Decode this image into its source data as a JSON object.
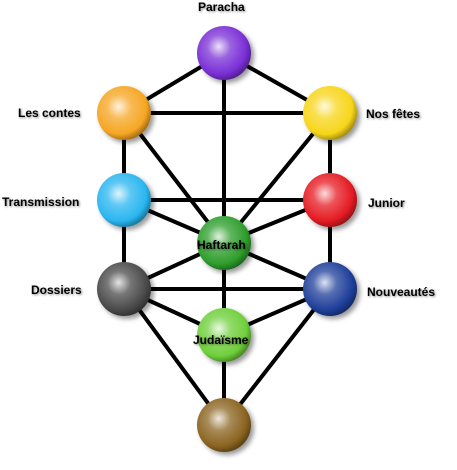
{
  "diagram": {
    "nodes": [
      {
        "id": "paracha",
        "label": "Paracha",
        "color": "#7a2fd6"
      },
      {
        "id": "contes",
        "label": "Les contes",
        "color": "#f5a623"
      },
      {
        "id": "fetes",
        "label": "Nos fêtes",
        "color": "#f7d51a"
      },
      {
        "id": "transmission",
        "label": "Transmission",
        "color": "#29b6f0"
      },
      {
        "id": "junior",
        "label": "Junior",
        "color": "#e51b23"
      },
      {
        "id": "haftarah",
        "label": "Haftarah",
        "color": "#2e9e2c"
      },
      {
        "id": "dossiers",
        "label": "Dossiers",
        "color": "#4a4a4a"
      },
      {
        "id": "nouveautes",
        "label": "Nouveautés",
        "color": "#1f3f9a"
      },
      {
        "id": "judaisme",
        "label": "Judaïsme",
        "color": "#6fcf3b"
      },
      {
        "id": "base",
        "label": "",
        "color": "#8b6420"
      }
    ]
  }
}
